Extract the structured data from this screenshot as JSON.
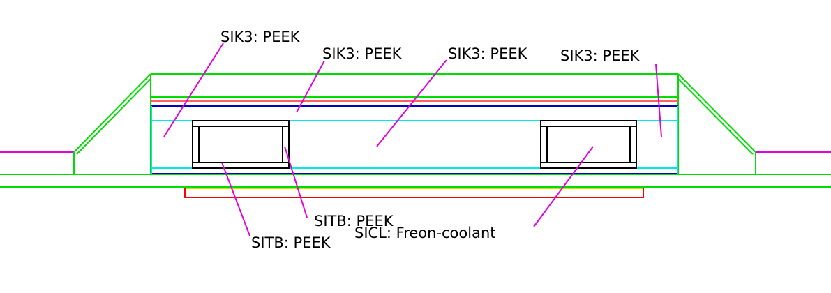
{
  "labels": {
    "sik3_1": "SIK3: PEEK",
    "sik3_2": "SIK3: PEEK",
    "sik3_3": "SIK3: PEEK",
    "sik3_4": "SIK3: PEEK",
    "sitb_1": "SITB: PEEK",
    "sitb_2": "SITB: PEEK",
    "sicl": "SICL: Freon-coolant"
  },
  "colors": {
    "leader": "#e000e0",
    "green": "#00dd00",
    "cyan": "#00e8e8",
    "blue": "#0000c0",
    "red": "#ff0000",
    "yellow": "#dddd00",
    "pink": "#ff6060",
    "black": "#000000"
  }
}
